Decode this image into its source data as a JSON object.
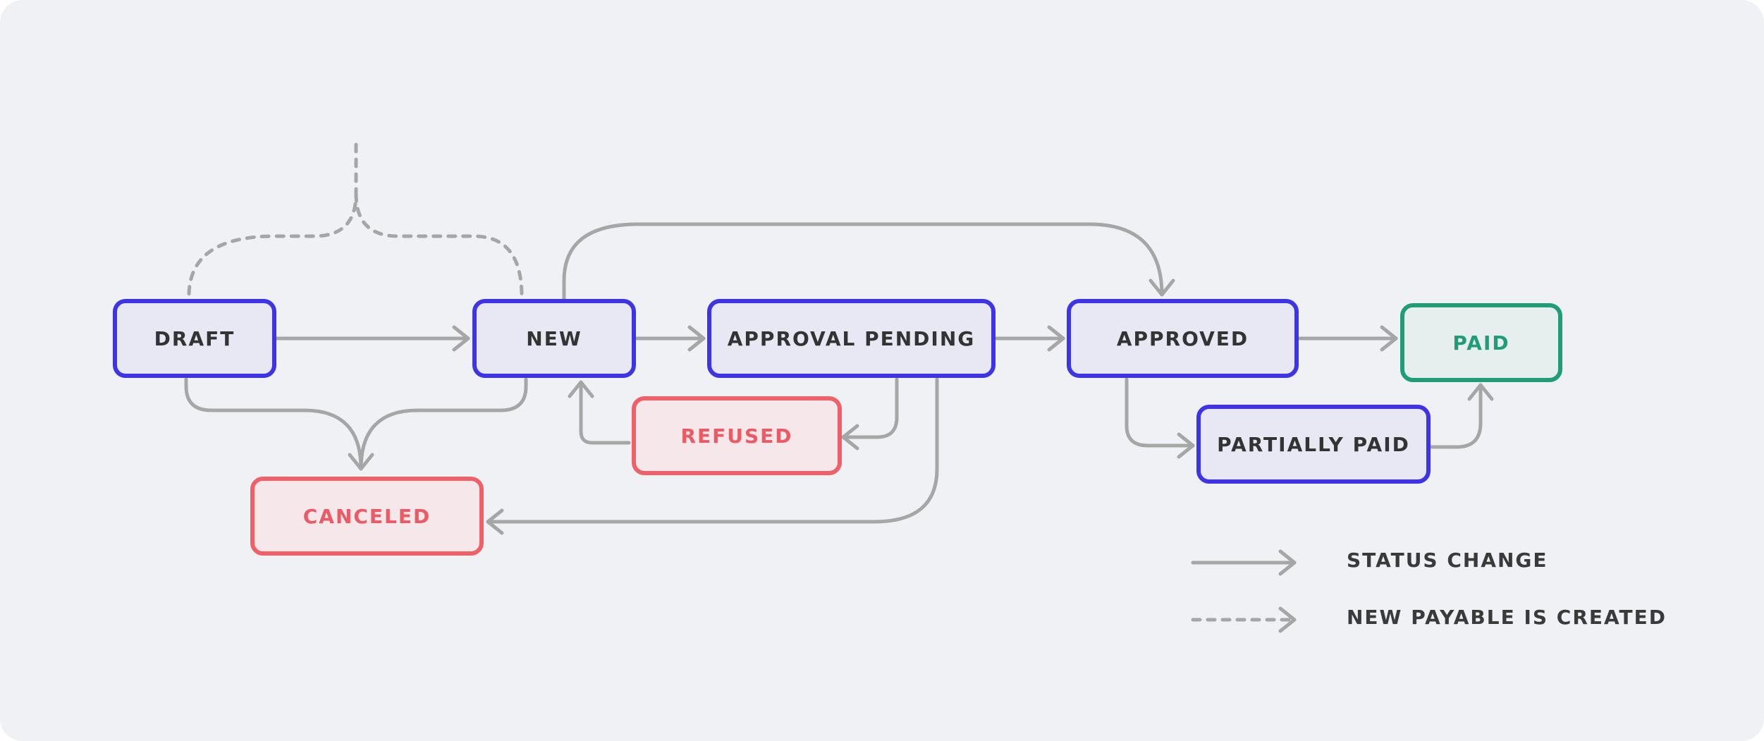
{
  "colors": {
    "background": "#f0f1f5",
    "arrow": "#a6a6a6",
    "status_blue_border": "#3c34e6",
    "status_blue_fill": "#e8e8f5",
    "status_red_border": "#ef6068",
    "status_red_fill": "#f5e7ea",
    "status_green_border": "#1f9d77",
    "status_green_fill": "#e7eeee"
  },
  "statuses": {
    "draft": "DRAFT",
    "new": "NEW",
    "approval_pending": "APPROVAL PENDING",
    "approved": "APPROVED",
    "paid": "PAID",
    "refused": "REFUSED",
    "partially_paid": "PARTIALLY PAID",
    "canceled": "CANCELED"
  },
  "legend": {
    "status_change": "STATUS CHANGE",
    "new_payable": "NEW PAYABLE IS CREATED"
  }
}
